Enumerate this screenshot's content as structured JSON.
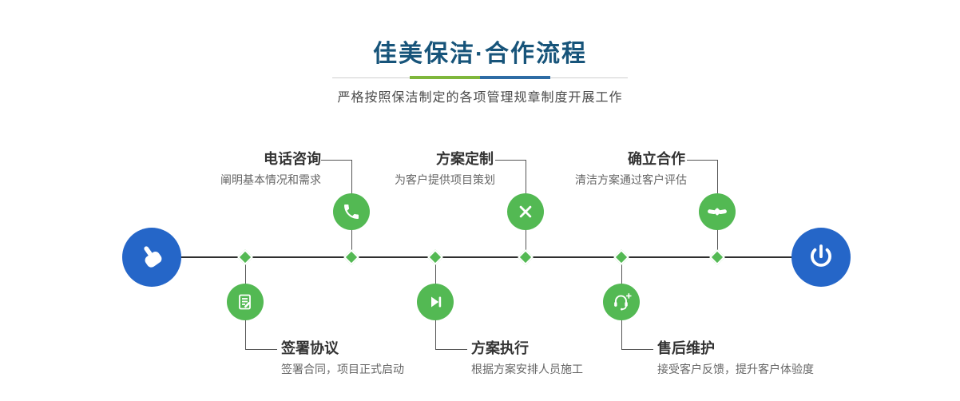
{
  "header": {
    "title": "佳美保洁·合作流程",
    "subtitle": "严格按照保洁制定的各项管理规章制度开展工作"
  },
  "colors": {
    "green": "#53b953",
    "blue": "#2566c8",
    "titleBlue": "#17547a",
    "ulGreen": "#7fb73c",
    "ulBlue": "#2e6ca5"
  },
  "timeline": {
    "start_icon": "pointing-hand-icon",
    "end_icon": "power-icon"
  },
  "steps": [
    {
      "label": "电话咨询",
      "desc": "阐明基本情况和需求",
      "icon": "phone-icon",
      "row": "top"
    },
    {
      "label": "方案定制",
      "desc": "为客户提供项目策划",
      "icon": "pen-ruler-icon",
      "row": "top"
    },
    {
      "label": "确立合作",
      "desc": "清洁方案通过客户评估",
      "icon": "handshake-icon",
      "row": "top"
    },
    {
      "label": "签署协议",
      "desc": "签署合同，项目正式启动",
      "icon": "contract-icon",
      "row": "bottom"
    },
    {
      "label": "方案执行",
      "desc": "根据方案安排人员施工",
      "icon": "play-icon",
      "row": "bottom"
    },
    {
      "label": "售后维护",
      "desc": "接受客户反馈，提升客户体验度",
      "icon": "headset-icon",
      "row": "bottom"
    }
  ]
}
